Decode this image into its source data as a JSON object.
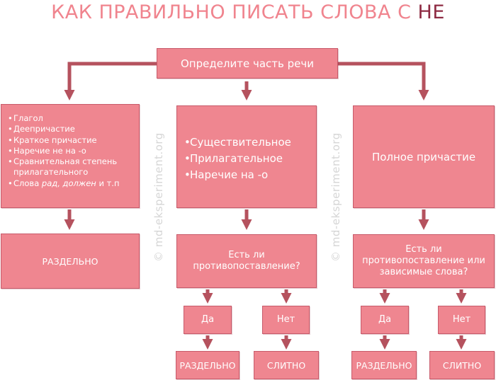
{
  "title": {
    "main": "КАК ПРАВИЛЬНО ПИСАТЬ СЛОВА С",
    "emphasis": "НЕ"
  },
  "root": "Определите часть речи",
  "branch_left": {
    "items": [
      {
        "text": "Глагол"
      },
      {
        "text": "Деепричастие"
      },
      {
        "text": "Краткое причастие"
      },
      {
        "text": "Наречие не на -о"
      },
      {
        "text": "Сравнительная степень прилагательного"
      },
      {
        "text": "Слова ",
        "italic": "рад, должен",
        "suffix": " и т.п"
      }
    ],
    "result": "РАЗДЕЛЬНО"
  },
  "branch_middle": {
    "items": [
      "Существительное",
      "Прилагательное",
      "Наречие на -о"
    ],
    "question": "Есть ли противопоставление?",
    "yes": "Да",
    "no": "Нет",
    "yes_result": "РАЗДЕЛЬНО",
    "no_result": "СЛИТНО"
  },
  "branch_right": {
    "label": "Полное причастие",
    "question": "Есть ли противопоставление или  зависимые слова?",
    "yes": "Да",
    "no": "Нет",
    "yes_result": "РАЗДЕЛЬНО",
    "no_result": "СЛИТНО"
  },
  "watermark": "© md-eksperiment.org",
  "colors": {
    "box": "#ef8690",
    "arrow": "#b5525e",
    "title": "#f0848e",
    "title_emphasis": "#8e2b43"
  }
}
